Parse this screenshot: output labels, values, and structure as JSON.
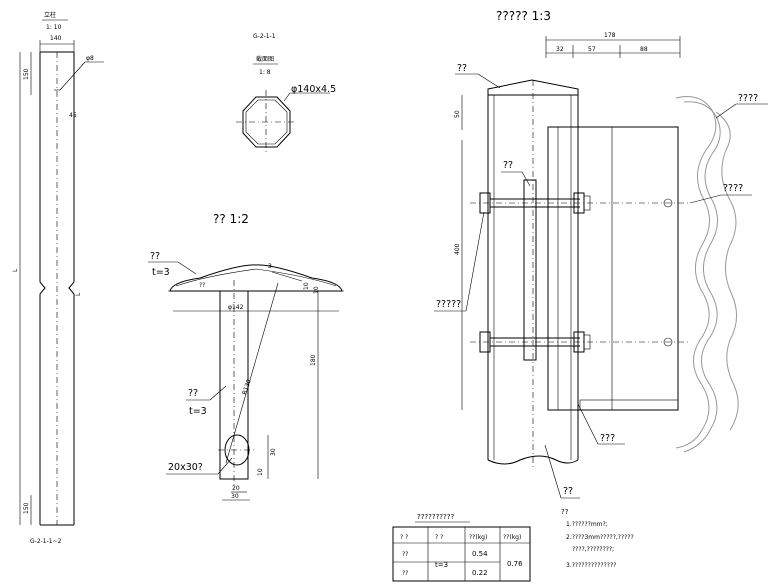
{
  "post_elevation": {
    "title": "立柱",
    "scale": "1: 10",
    "dim_top_width": "140",
    "dim_top": "150",
    "dim_bottom": "150",
    "dim_length": "L",
    "label_diameter": "φ8",
    "label_side": "45",
    "label_right": "L",
    "drawing_no": "G-2-1-1~2"
  },
  "section_view": {
    "drawing_no": "G-2-1-1",
    "title": "截面图",
    "scale": "1: 8",
    "pipe_spec": "φ140x4.5"
  },
  "cap_detail": {
    "title": "?? 1:2",
    "cap_label": "??",
    "cap_thickness": "t=3",
    "cap_label2": "??",
    "plate_label": "??",
    "plate_thickness": "t=3",
    "hole_label": "20x30?",
    "dim_cap_width": "φ142",
    "dim_3": "3",
    "dim_height": "180",
    "dim_side": "10",
    "dim_radius": "R130",
    "dim_30": "30",
    "dim_10": "10",
    "dim_20": "20",
    "dim_30b": "30",
    "dim_cap_height": "10",
    "dim_cap_side": "10"
  },
  "main_detail": {
    "title": "????? 1:3",
    "dim_total": "178",
    "dim_a": "32",
    "dim_b": "57",
    "dim_c": "88",
    "label_cap": "??",
    "label_plate": "??",
    "label_bolt": "?????",
    "label_beam": "????",
    "label_connector": "????",
    "label_block": "???",
    "label_post": "??",
    "dim_50": "50",
    "dim_400": "400"
  },
  "materials_table": {
    "title": "??????????",
    "headers": [
      "? ?",
      "? ?",
      "??(kg)",
      "??(kg)"
    ],
    "rows": [
      {
        "name": "??",
        "spec": "t=3",
        "unit": "0.54",
        "total": "0.76"
      },
      {
        "name": "??",
        "spec": "",
        "unit": "0.22",
        "total": ""
      }
    ]
  },
  "notes": {
    "title": "??",
    "lines": [
      "1.??????mm?;",
      "2.????3mm?????,?????",
      "  ????,????????;",
      "3.??????????????"
    ]
  }
}
